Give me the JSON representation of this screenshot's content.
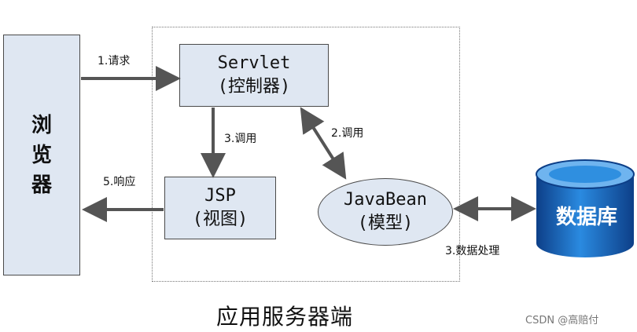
{
  "browser": {
    "chars": [
      "浏",
      "览",
      "器"
    ]
  },
  "servlet": {
    "line1": "Servlet",
    "line2": "(控制器)"
  },
  "jsp": {
    "line1": "JSP",
    "line2": "(视图)"
  },
  "javabean": {
    "line1": "JavaBean",
    "line2": "(模型)"
  },
  "database": {
    "label": "数据库"
  },
  "arrows": {
    "request": "1.请求",
    "call_model": "2.调用",
    "call_view": "3.调用",
    "data_processing": "3.数据处理",
    "response": "5.响应"
  },
  "server_title": "应用服务器端",
  "watermark": "CSDN @高赔付",
  "colors": {
    "box_fill": "#dfe7f2",
    "db_blue": "#1f7fd6",
    "db_dark": "#0d3f88",
    "arrow": "#555555"
  }
}
